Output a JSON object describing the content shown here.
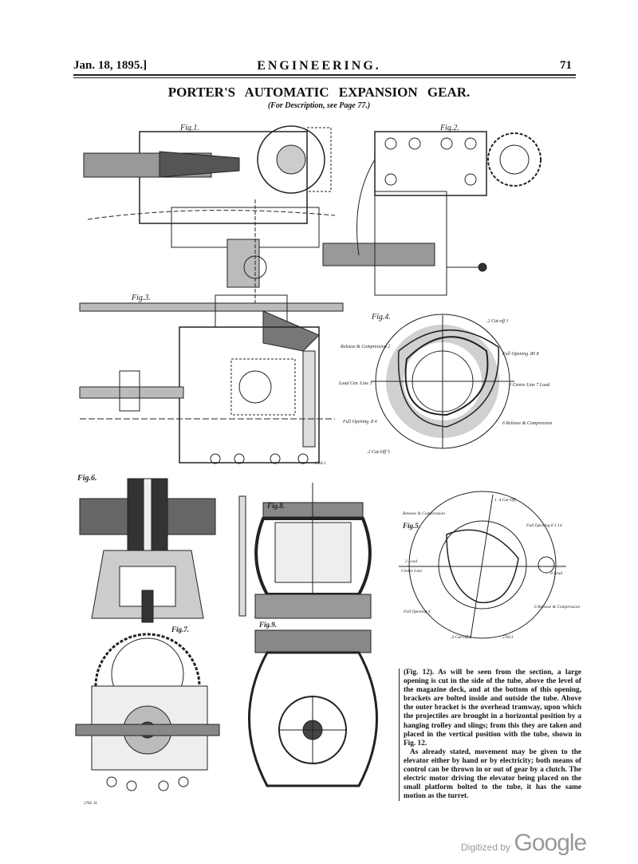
{
  "header": {
    "date": "Jan. 18, 1895.]",
    "journal": "ENGINEERING.",
    "page_number": "71"
  },
  "article": {
    "title": "PORTER'S AUTOMATIC EXPANSION GEAR.",
    "subtitle": "(For Description, see Page 77.)"
  },
  "figures": {
    "fig1": "Fig.1.",
    "fig2": "Fig.2.",
    "fig3": "Fig.3.",
    "fig4": {
      "label": "Fig.4.",
      "annotations": [
        "Release & Compression 2",
        ".2 Cut-off 1",
        "Full Opening .80 8",
        "Load Cen. Line 3",
        "0 Centre Line 7 Load",
        "Full Opening .8 4",
        "6 Release & Compression",
        ".2 Cut-Off 5"
      ],
      "ref": "2766 L"
    },
    "fig5": {
      "label": "Fig.5.",
      "annotations": [
        "1 .4 Cut-Off",
        "Release & Compression",
        "Full Opening 8 1.14",
        "2 Lead",
        "Centre Line",
        "0 Lead",
        "6 Release & Compression",
        "Full Opening 4",
        ".4 Cut-Off 5"
      ],
      "ref": "2766 L"
    },
    "fig6": "Fig.6.",
    "fig7": {
      "label": "Fig.7.",
      "ref": "2766 .H."
    },
    "fig8": "Fig.8.",
    "fig9": "Fig.9."
  },
  "body_text": [
    "(Fig. 12). As will be seen from the section, a large opening is cut in the side of the tube, above the level of the magazine deck, and at the bottom of this opening, brackets are bolted inside and outside the tube. Above the outer bracket is the overhead tramway, upon which the projectiles are brought in a horizontal position by a hanging trolley and slings; from this they are taken and placed in the vertical position with the tube, shown in Fig. 12.",
    "As already stated, movement may be given to the elevator either by hand or by electricity; both means of control can be thrown in or out of gear by a clutch. The electric motor driving the elevator being placed on the small platform bolted to the tube, it has the same motion as the turret."
  ],
  "watermark": {
    "prefix": "Digitized by",
    "brand": "Google"
  }
}
